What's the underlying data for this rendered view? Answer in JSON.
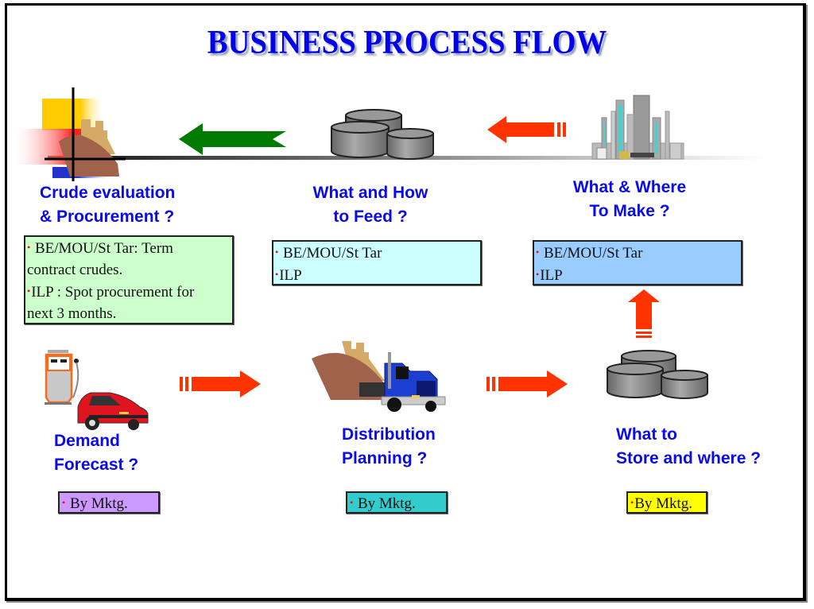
{
  "title": "BUSINESS PROCESS FLOW",
  "colors": {
    "title": "#0000ee",
    "label": "#0a0aee",
    "green_arrow": "#007a00",
    "red_arrow": "#ff3300",
    "box_green": "#ccffcc",
    "box_cyan": "#ccffff",
    "box_blue": "#99ccff",
    "box_purple": "#cc99ff",
    "box_teal": "#33cccc",
    "box_yellow": "#ffff00"
  },
  "top_row": [
    {
      "id": "crude",
      "icon": "ship-icon",
      "label_lines": [
        "Crude evaluation",
        "& Procurement ?"
      ],
      "box_lines": [
        {
          "bullet": true,
          "text": " BE/MOU/St Tar: Term"
        },
        {
          "bullet": false,
          "text": "contract crudes."
        },
        {
          "bullet": true,
          "text": "ILP : Spot procurement for"
        },
        {
          "bullet": false,
          "text": "next 3 months."
        }
      ]
    },
    {
      "id": "feed",
      "icon": "storage-tanks-icon",
      "label_lines": [
        "What and How",
        "to Feed ?"
      ],
      "box_lines": [
        {
          "bullet": true,
          "text": " BE/MOU/St Tar"
        },
        {
          "bullet": true,
          "text": "ILP"
        }
      ]
    },
    {
      "id": "make",
      "icon": "refinery-icon",
      "label_lines": [
        "What & Where",
        "To Make ?"
      ],
      "box_lines": [
        {
          "bullet": true,
          "text": " BE/MOU/St Tar"
        },
        {
          "bullet": true,
          "text": "ILP"
        }
      ]
    }
  ],
  "bottom_row": [
    {
      "id": "demand",
      "icon": "fuel-pump-car-icon",
      "label_lines": [
        "Demand",
        "Forecast ?"
      ],
      "box_text": " By Mktg."
    },
    {
      "id": "distribution",
      "icon": "ship-truck-icon",
      "label_lines": [
        "Distribution",
        "Planning ?"
      ],
      "box_text": " By Mktg."
    },
    {
      "id": "store",
      "icon": "storage-tanks-icon",
      "label_lines": [
        "What to",
        "Store and where ?"
      ],
      "box_text": "By Mktg."
    }
  ]
}
